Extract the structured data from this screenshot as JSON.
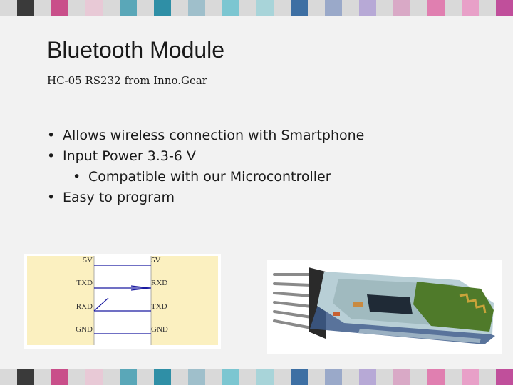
{
  "slide": {
    "title": "Bluetooth Module",
    "subtitle": "HC-05 RS232 from Inno.Gear",
    "bullets": [
      {
        "level": 1,
        "text": "Allows wireless connection with Smartphone"
      },
      {
        "level": 1,
        "text": "Input Power 3.3-6 V"
      },
      {
        "level": 2,
        "text": "Compatible with our Microcontroller"
      },
      {
        "level": 1,
        "text": "Easy to program"
      }
    ],
    "bullet_glyph": "•"
  },
  "diagram": {
    "left_pins": [
      "5V",
      "TXD",
      "RXD",
      "GND"
    ],
    "right_pins": [
      "5V",
      "RXD",
      "TXD",
      "GND"
    ],
    "block_color": "#fbf0c0",
    "wire_color": "#1a1aa0"
  },
  "photo": {
    "description_icon": "bluetooth-module-image"
  },
  "theme": {
    "stripe_colors": [
      "#3a3a3a",
      "#c94f8a",
      "#e8c9d6",
      "#5aa7b8",
      "#2f8fa6",
      "#9fbfcb",
      "#7cc6d1",
      "#a8d4d9",
      "#3d6fa3",
      "#9aa9c9",
      "#b7a9d6",
      "#d9a9c6",
      "#e07fb0",
      "#e8a0c8",
      "#c04f9b"
    ]
  }
}
